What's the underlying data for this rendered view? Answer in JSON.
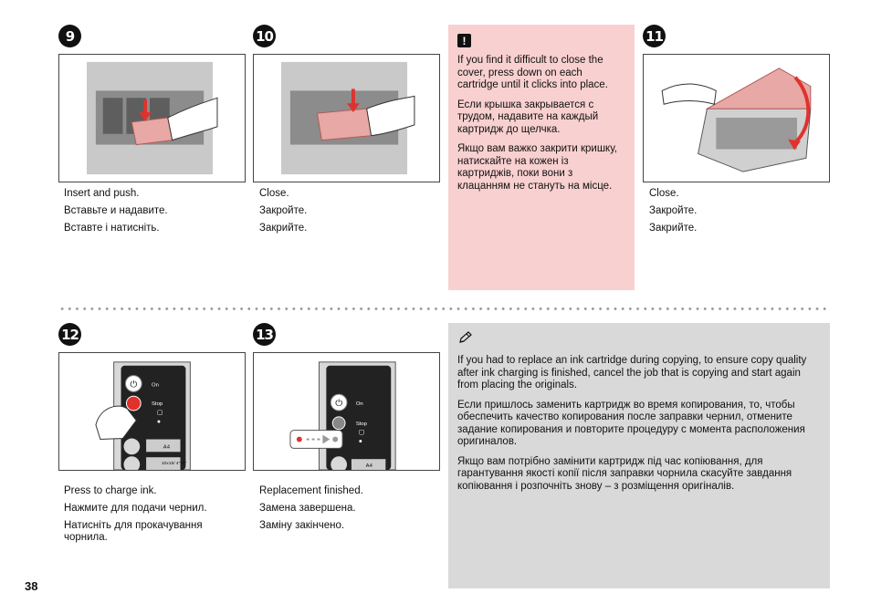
{
  "steps": [
    {
      "num": "9",
      "lines": [
        "Insert and push.",
        "Вставьте и надавите.",
        "Вставте і натисніть."
      ]
    },
    {
      "num": "10",
      "lines": [
        "Close.",
        "Закройте.",
        "Закрийте."
      ]
    },
    {
      "num": "11",
      "lines": [
        "Close.",
        "Закройте.",
        "Закрийте."
      ]
    },
    {
      "num": "12",
      "lines": [
        "Press to charge ink.",
        "Нажмите для подачи чернил.",
        "Натисніть для прокачування чорнила."
      ]
    },
    {
      "num": "13",
      "lines": [
        "Replacement finished.",
        "Замена завершена.",
        "Заміну закінчено."
      ]
    }
  ],
  "caution_note": {
    "icon": "exclamation-icon",
    "paragraphs": [
      "If you find it difficult to close the cover, press down on each cartridge until it clicks into place.",
      "Если крышка закрывается с трудом, надавите на каждый картридж до щелчка.",
      "Якщо вам важко закрити кришку, натискайте на кожен із картриджів, поки вони з клацанням не стануть на місце."
    ]
  },
  "tip_note": {
    "icon": "pencil-icon",
    "paragraphs": [
      "If you had to replace an ink cartridge during copying, to ensure copy quality after ink charging is finished, cancel the job that is copying and start again from placing the originals.",
      "Если пришлось заменить картридж во время копирования, то, чтобы обеспечить качество копирования после заправки чернил, отмените задание копирования и повторите процедуру с момента расположения оригиналов.",
      "Якщо вам потрібно замінити картридж під час копіювання, для гарантування якості копії після заправки чорнила скасуйте завдання копіювання і розпочніть знову – з розміщення оригіналів."
    ]
  },
  "panel_labels": {
    "on": "On",
    "stop": "Stop",
    "a4": "A4",
    "photo_size": "10x15/ 4\"x6\""
  },
  "colors": {
    "accent_red": "#e0322d",
    "pink_bg": "#f8d0cf",
    "gray_bg": "#d9d9d9"
  },
  "page_number": "38"
}
